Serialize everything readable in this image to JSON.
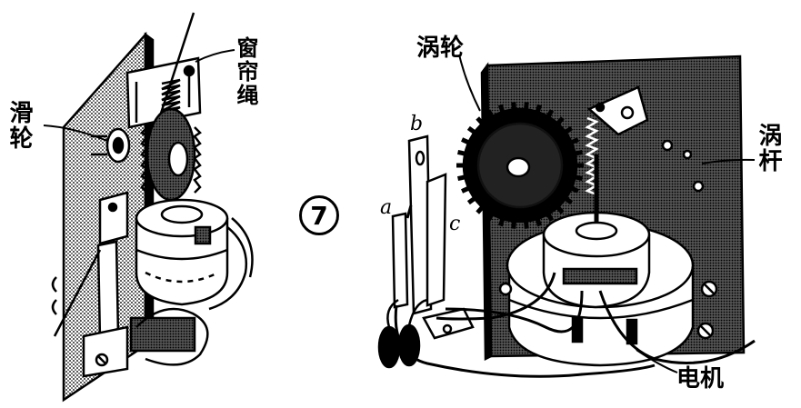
{
  "labels": {
    "curtain_rope": "窗帘绳",
    "pulley": "滑轮",
    "worm_gear": "涡轮",
    "worm_screw": "涡杆",
    "motor": "电机",
    "contact_a": "a",
    "contact_b": "b",
    "contact_c": "c"
  },
  "figure_number": "7",
  "colors": {
    "ink": "#000000",
    "paper": "#ffffff",
    "panel_dots": "#444444"
  }
}
